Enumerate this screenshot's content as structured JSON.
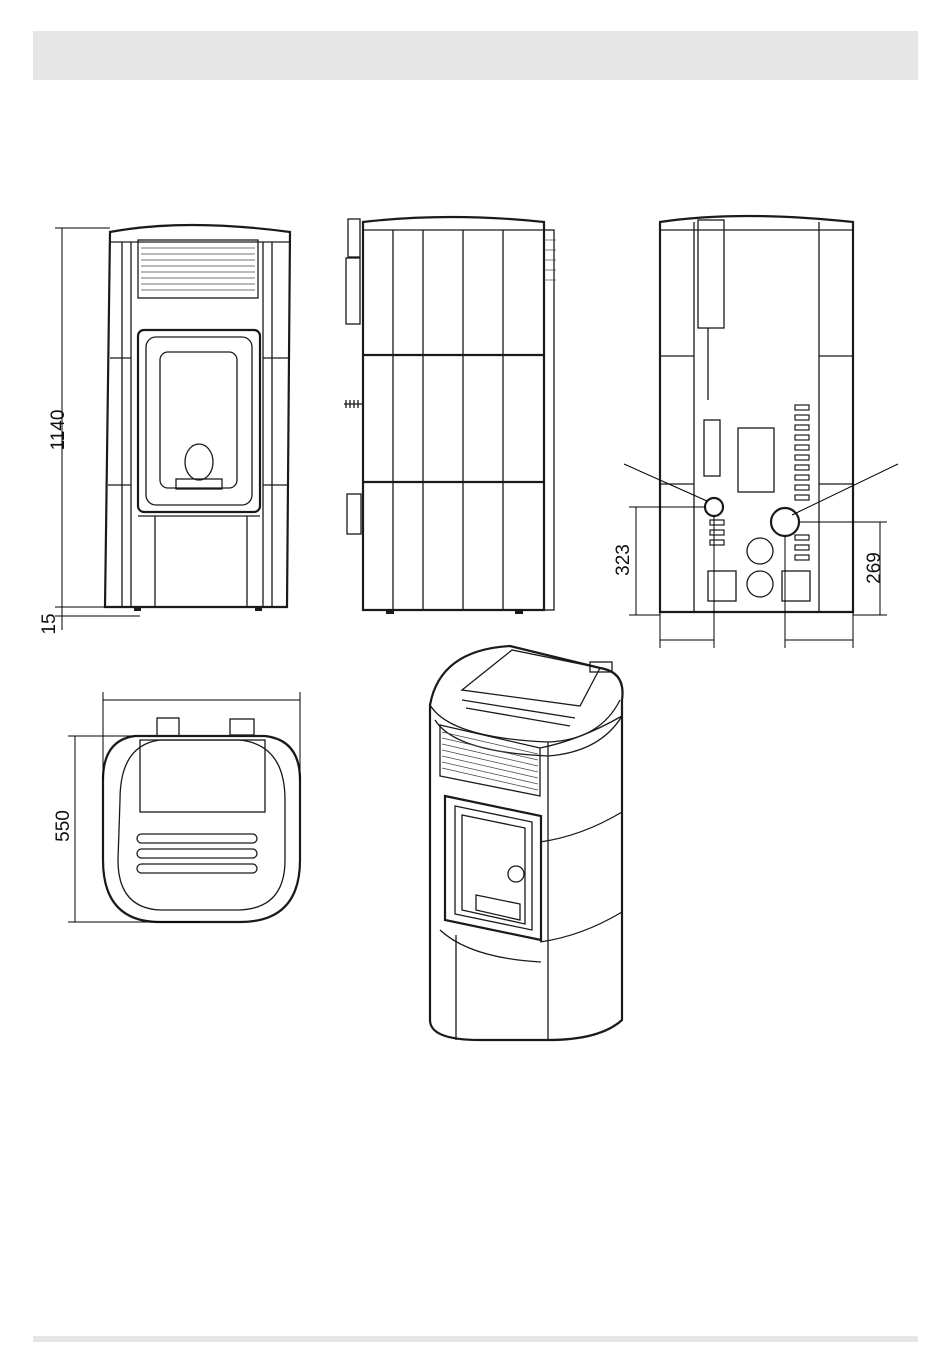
{
  "header": {
    "title": ""
  },
  "views": {
    "front": {
      "name": "front-view"
    },
    "side": {
      "name": "side-view"
    },
    "rear": {
      "name": "rear-view"
    },
    "top": {
      "name": "top-view"
    },
    "perspective": {
      "name": "perspective-view"
    }
  },
  "dimensions": {
    "total_height": "1140",
    "foot_height": "15",
    "rear_lower_outlet_height": "323",
    "rear_upper_outlet_height": "269",
    "depth": "550"
  }
}
